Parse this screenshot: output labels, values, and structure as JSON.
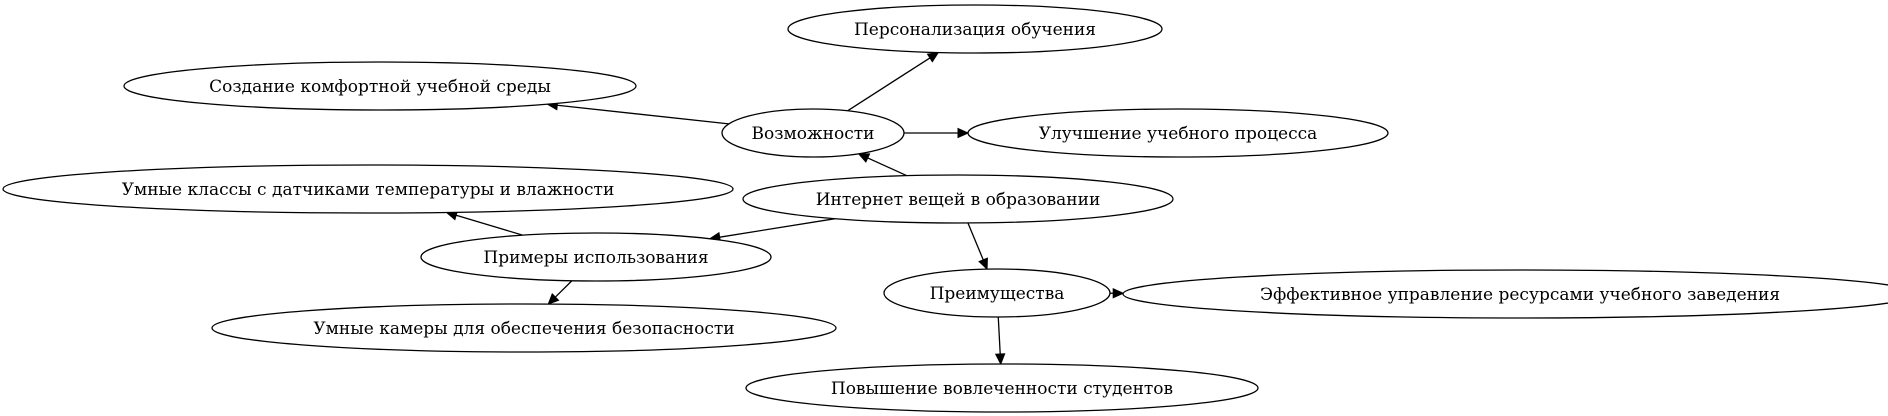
{
  "diagram": {
    "type": "directed-graph",
    "nodes": [
      {
        "id": "iot",
        "label": "Интернет вещей в образовании"
      },
      {
        "id": "opportunities",
        "label": "Возможности"
      },
      {
        "id": "personalization",
        "label": "Персонализация обучения"
      },
      {
        "id": "comfort",
        "label": "Создание комфортной учебной среды"
      },
      {
        "id": "improvement",
        "label": "Улучшение учебного процесса"
      },
      {
        "id": "examples",
        "label": "Примеры использования"
      },
      {
        "id": "smart_classes",
        "label": "Умные классы с датчиками температуры и влажности"
      },
      {
        "id": "smart_cameras",
        "label": "Умные камеры для обеспечения безопасности"
      },
      {
        "id": "advantages",
        "label": "Преимущества"
      },
      {
        "id": "resources",
        "label": "Эффективное управление ресурсами учебного заведения"
      },
      {
        "id": "engagement",
        "label": "Повышение вовлеченности студентов"
      }
    ],
    "edges": [
      {
        "from": "iot",
        "to": "opportunities"
      },
      {
        "from": "iot",
        "to": "examples"
      },
      {
        "from": "iot",
        "to": "advantages"
      },
      {
        "from": "opportunities",
        "to": "personalization"
      },
      {
        "from": "opportunities",
        "to": "comfort"
      },
      {
        "from": "opportunities",
        "to": "improvement"
      },
      {
        "from": "examples",
        "to": "smart_classes"
      },
      {
        "from": "examples",
        "to": "smart_cameras"
      },
      {
        "from": "advantages",
        "to": "resources"
      },
      {
        "from": "advantages",
        "to": "engagement"
      }
    ]
  }
}
